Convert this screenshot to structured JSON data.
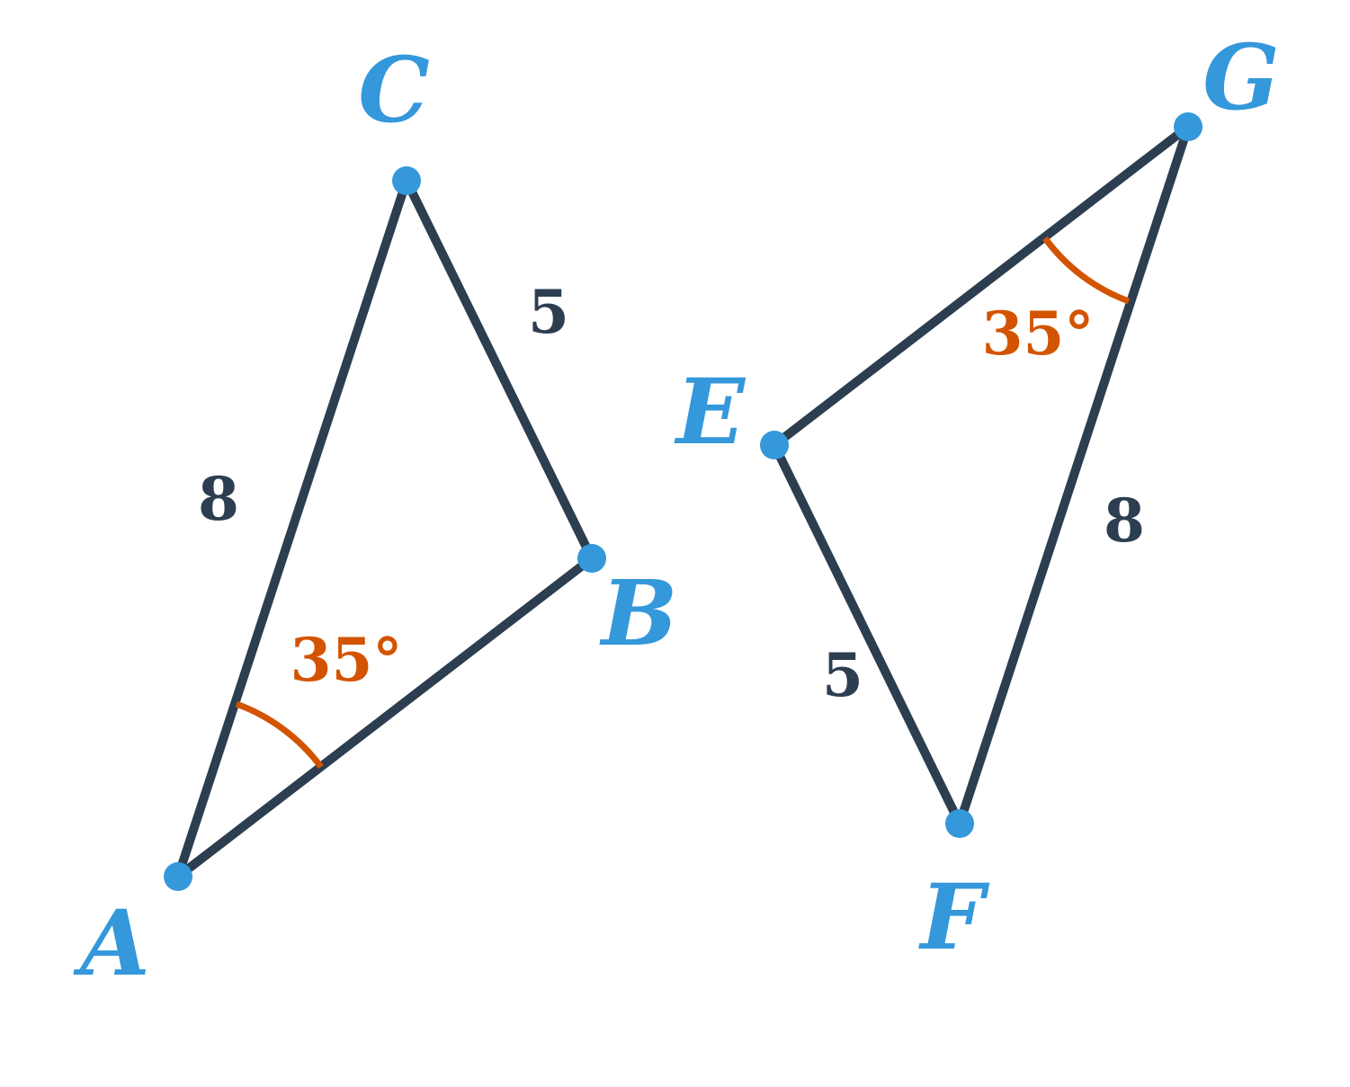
{
  "colors": {
    "side": "#2c3e50",
    "vertex": "#3498db",
    "angle": "#d35400"
  },
  "triangle_1": {
    "vertices": {
      "a": "A",
      "b": "B",
      "c": "C"
    },
    "side_ac": "8",
    "side_cb": "5",
    "angle_a": "35°"
  },
  "triangle_2": {
    "vertices": {
      "e": "E",
      "f": "F",
      "g": "G"
    },
    "side_ef": "5",
    "side_fg": "8",
    "angle_g": "35°"
  }
}
